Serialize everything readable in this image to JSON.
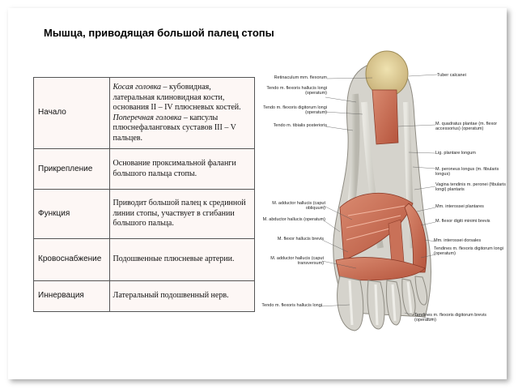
{
  "title": "Мышца, приводящая большой палец стопы",
  "table": {
    "rows": [
      {
        "label": "Начало",
        "value_parts": [
          {
            "text": "Косая головка",
            "italic": true
          },
          {
            "text": " – кубовидная, латеральная клиновидная кости, основания II – IV плюсневых костей. ",
            "italic": false
          },
          {
            "text": "Поперечная головка",
            "italic": true
          },
          {
            "text": " – капсулы плюснефаланговых суставов III – V пальцев.",
            "italic": false
          }
        ]
      },
      {
        "label": "Прикрепление",
        "value": "Основание проксимальной фаланги большого пальца стопы."
      },
      {
        "label": "Функция",
        "value": "Приводит большой палец к срединной линии стопы, участвует в сгибании большого пальца."
      },
      {
        "label": "Кровоснабжение",
        "value": "Подошвенные плюсневые артерии."
      },
      {
        "label": "Иннервация",
        "value": "Латеральный подошвенный нерв."
      }
    ]
  },
  "figure": {
    "labels_left": [
      "Retinaculum mm. flexorum",
      "Tendo m. flexoris hallucis longi (operatum)",
      "Tendo m. flexoris digitorum longi (operatum)",
      "Tendo m. tibialis posterioris",
      "M. adductor hallucis (caput obliquum)",
      "M. abductor hallucis (operatum)",
      "M. flexor hallucis brevis",
      "M. adductor hallucis (caput transversum)",
      "Tendo m. flexoris hallucis longi"
    ],
    "labels_right": [
      "Tuber calcanei",
      "M. quadratus plantae (m. flexor accessorius) (operatum)",
      "Lig. plantare longum",
      "M. peroneus longus (m. fibularis longus)",
      "Vagina tendinis m. peronei (fibularis longi) plantaris",
      "Mm. interossei plantares",
      "M. flexor digiti minimi brevis",
      "Mm. interossei dorsales",
      "Tendines m. flexoris digitorum longi (operatum)",
      "Tendines m. flexoris digitorum brevis (operatum)"
    ]
  }
}
